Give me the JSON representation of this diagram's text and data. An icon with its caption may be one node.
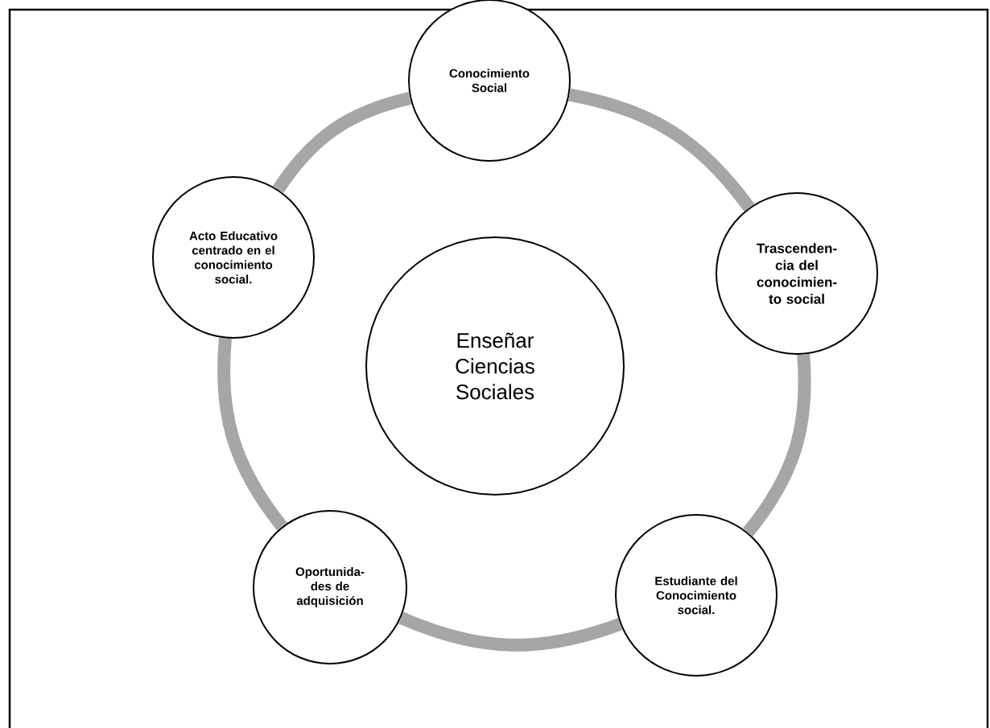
{
  "diagram": {
    "nodes": [
      {
        "text": [
          "Conocimiento Social"
        ]
      },
      {
        "text": [
          "Acto Educativo centrado en el conocimiento social."
        ]
      },
      {
        "text": [
          "Trascenden- cia del conocimien- to social"
        ]
      },
      {
        "text": [
          "Enseñar Ciencias Sociales"
        ]
      },
      {
        "text": [
          "Oportunida- des de adquisición"
        ]
      },
      {
        "text": [
          "Estudiante del Conocimiento social."
        ]
      }
    ],
    "edges": [
      {
        "from": 0,
        "to": 2,
        "arrow": "none"
      },
      {
        "from": 2,
        "to": 5,
        "arrow": "none"
      },
      {
        "from": 5,
        "to": 4,
        "arrow": "none"
      },
      {
        "from": 4,
        "to": 1,
        "arrow": "none"
      },
      {
        "from": 1,
        "to": 0,
        "arrow": "none"
      }
    ]
  }
}
